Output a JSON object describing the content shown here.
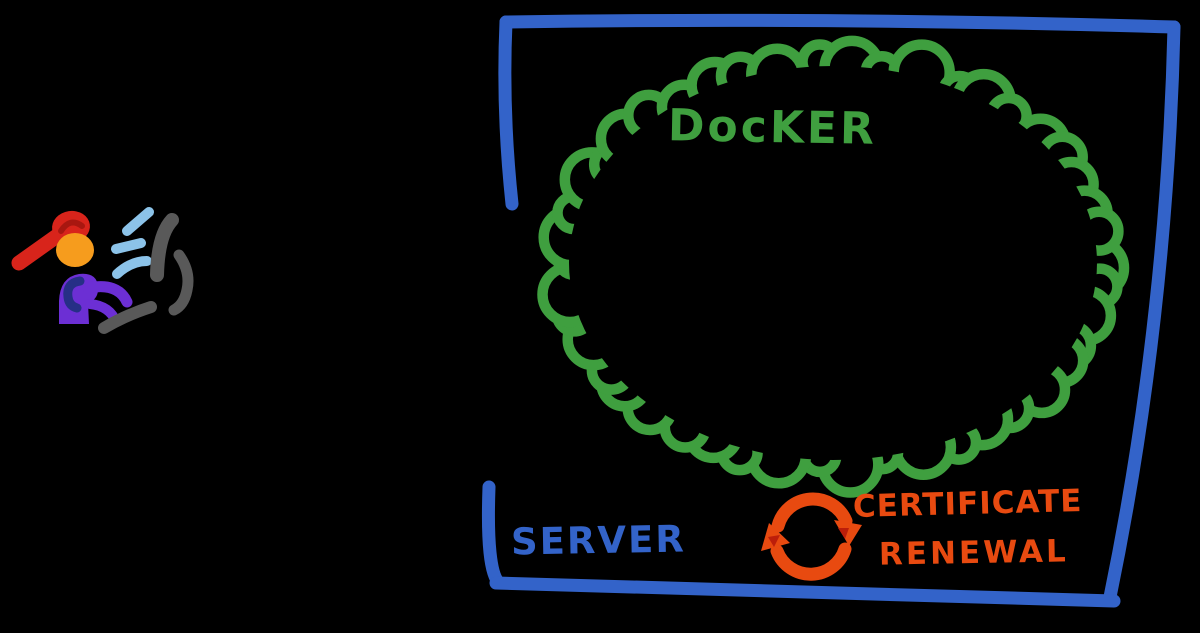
{
  "canvas": {
    "background": "#000000"
  },
  "labels": {
    "docker": "DocKER",
    "server": "SERVER",
    "certificate_line1": "CERTIFICATE",
    "certificate_line2": "RENEWAL"
  },
  "icons": {
    "refresh": "refresh-cycle-icon",
    "person": "person-at-computer-doodle"
  },
  "colors": {
    "server_blue": "#3363c9",
    "docker_green": "#3f9f3f",
    "renewal_orange": "#e84a10",
    "renewal_dark_red": "#bc1e0a",
    "cap_red": "#d8241b",
    "cap_shadow_red": "#a81710",
    "head_orange": "#f69c1d",
    "body_purple": "#6c2fd4",
    "accent_navy": "#262f86",
    "typing_light_blue": "#8cc3e9",
    "computer_gray": "#595959"
  }
}
